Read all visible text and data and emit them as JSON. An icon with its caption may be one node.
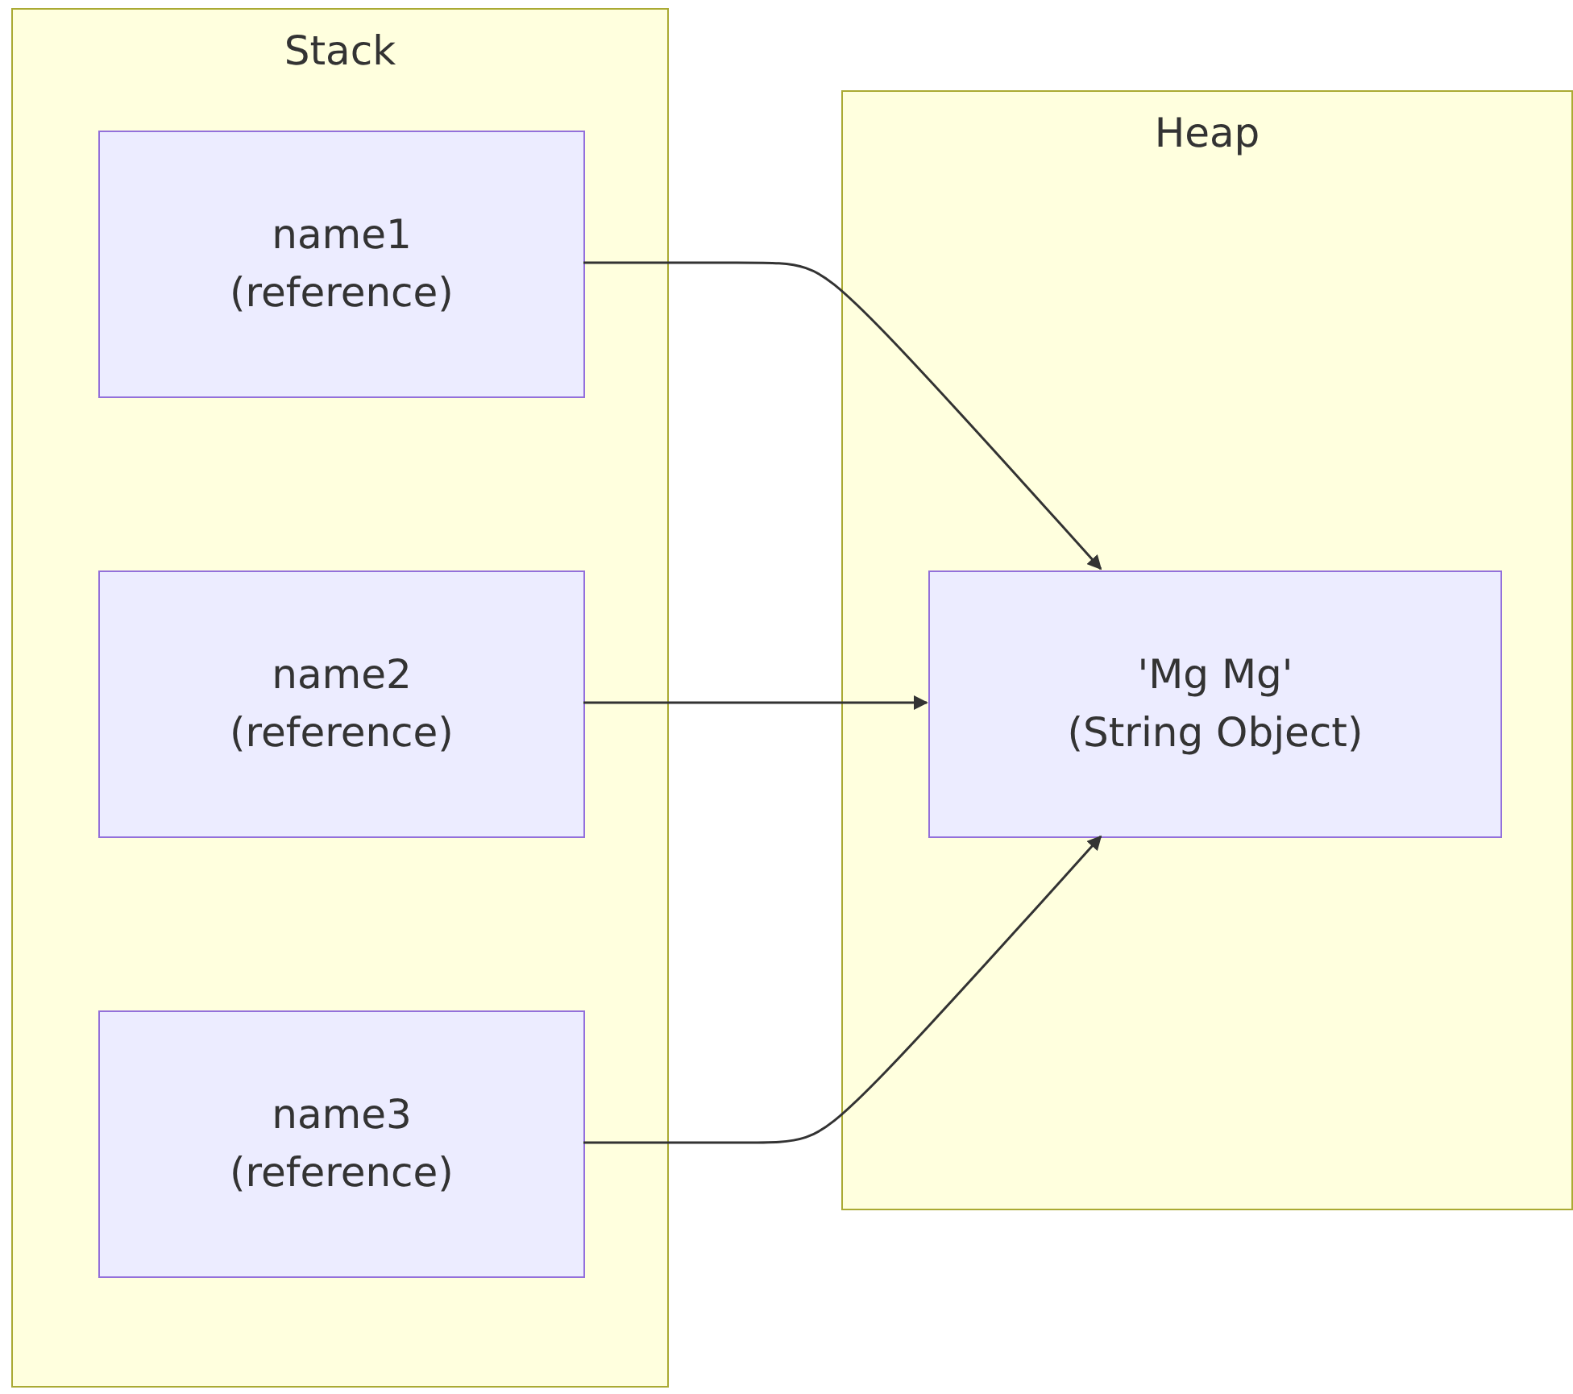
{
  "diagram": {
    "nodes": [
      {
        "text": [
          "Stack"
        ]
      },
      {
        "text": [
          "name1",
          "(reference)"
        ],
        "in": 0
      },
      {
        "text": [
          "name2",
          "(reference)"
        ],
        "in": 0
      },
      {
        "text": [
          "name3",
          "(reference)"
        ],
        "in": 0
      },
      {
        "text": [
          "Heap"
        ]
      },
      {
        "text": [
          "'Mg Mg'",
          "(String Object)"
        ],
        "in": 4
      }
    ],
    "edges": [
      {
        "from": 1,
        "to": 5,
        "arrow": "to"
      },
      {
        "from": 2,
        "to": 5,
        "arrow": "to"
      },
      {
        "from": 3,
        "to": 5,
        "arrow": "to"
      }
    ]
  }
}
